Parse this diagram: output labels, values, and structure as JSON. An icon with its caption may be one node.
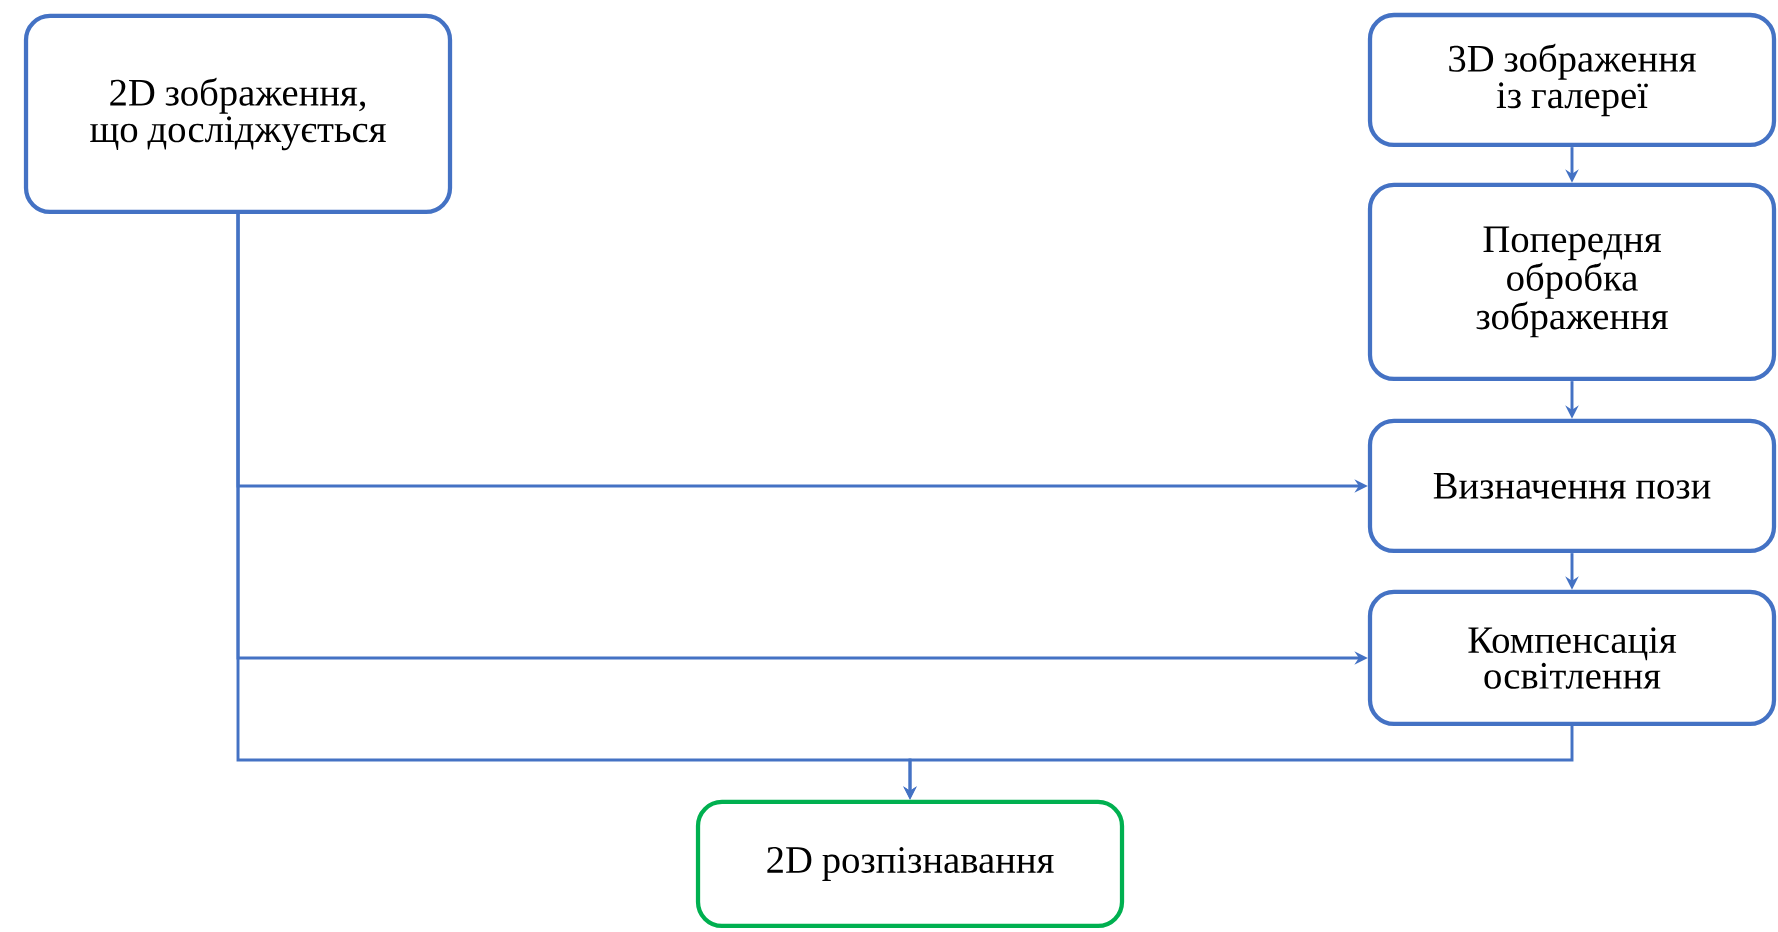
{
  "diagram": {
    "nodes": [
      {
        "text": [
          "2D зображення, що досліджується"
        ]
      },
      {
        "text": [
          "3D зображення із галереї"
        ]
      },
      {
        "text": [
          "Попередня обробка зображення"
        ]
      },
      {
        "text": [
          "Визначення пози"
        ]
      },
      {
        "text": [
          "Компенсація освітлення"
        ]
      },
      {
        "text": [
          "2D розпізнавання"
        ]
      }
    ],
    "edges": [
      {
        "from": 1,
        "to": 2,
        "arrow": "to"
      },
      {
        "from": 2,
        "to": 3,
        "arrow": "to"
      },
      {
        "from": 3,
        "to": 4,
        "arrow": "to"
      },
      {
        "from": 0,
        "to": 3,
        "arrow": "to"
      },
      {
        "from": 0,
        "to": 4,
        "arrow": "to"
      },
      {
        "from": 0,
        "to": 5,
        "arrow": "to"
      },
      {
        "from": 4,
        "to": 5,
        "arrow": "to"
      }
    ]
  }
}
